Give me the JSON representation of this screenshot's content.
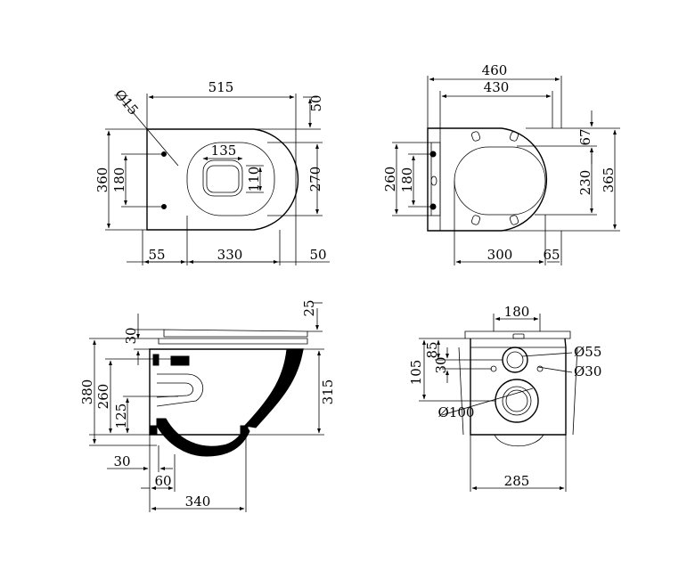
{
  "diagram": {
    "top_view": {
      "dims": {
        "overall_length": "515",
        "bowl_setback": "50",
        "diameter_holes": "Ø15",
        "overall_width": "360",
        "holes_spacing": "180",
        "opening_length": "135",
        "opening_width": "110",
        "bowl_width": "270",
        "rear_offset": "55",
        "bowl_length": "330",
        "front_offset": "50"
      }
    },
    "seat_view": {
      "dims": {
        "seat_length": "460",
        "seat_inner_length": "430",
        "hinge_depth": "67",
        "seat_width": "260",
        "hinge_spacing": "180",
        "inner_width": "230",
        "outer_width": "365",
        "opening_length": "300",
        "front_lip": "65"
      }
    },
    "side_view": {
      "dims": {
        "seat_thickness": "25",
        "rim_height": "30",
        "overall_height": "380",
        "outlet_height": "260",
        "inlet_height": "125",
        "bowl_height": "315",
        "wall_gap": "30",
        "outlet_length": "60",
        "overall_depth": "340"
      }
    },
    "rear_view": {
      "dims": {
        "top_width": "180",
        "upper_offset": "85",
        "bolt_offset": "30",
        "outlet_offset": "105",
        "inlet_diameter": "Ø55",
        "bolt_diameter": "Ø30",
        "outlet_diameter": "Ø100",
        "base_width": "285"
      }
    }
  }
}
